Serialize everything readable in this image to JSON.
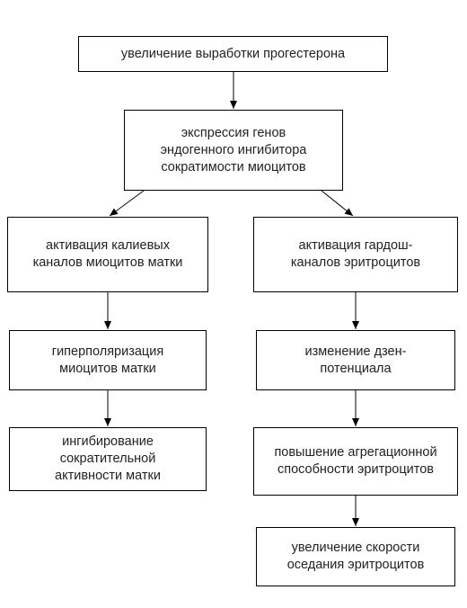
{
  "diagram": {
    "nodes": {
      "progesterone": "увеличение выработки прогестерона",
      "inhibitor_expression": "экспрессия генов\nэндогенного ингибитора\nсократимости миоцитов",
      "potassium_channels": "активация калиевых\nканалов миоцитов матки",
      "gardosh_channels": "активация гардош-\nканалов эритроцитов",
      "hyperpolarization": "гиперполяризация\nмиоцитов матки",
      "zeta_potential": "изменение дзен-\nпотенциала",
      "inhibition": "ингибирование\nсократительной\nактивности матки",
      "aggregation": "повышение агрегационной\nспособности эритроцитов",
      "sedimentation": "увеличение скорости\nоседания эритроцитов"
    },
    "edges": [
      [
        "progesterone",
        "inhibitor_expression"
      ],
      [
        "inhibitor_expression",
        "potassium_channels"
      ],
      [
        "inhibitor_expression",
        "gardosh_channels"
      ],
      [
        "potassium_channels",
        "hyperpolarization"
      ],
      [
        "hyperpolarization",
        "inhibition"
      ],
      [
        "gardosh_channels",
        "zeta_potential"
      ],
      [
        "zeta_potential",
        "aggregation"
      ],
      [
        "aggregation",
        "sedimentation"
      ]
    ]
  }
}
